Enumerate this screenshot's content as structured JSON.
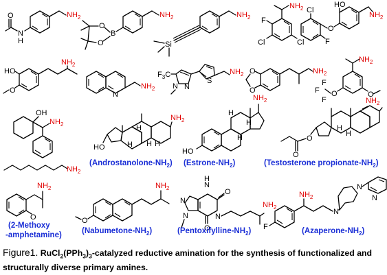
{
  "atoms": {
    "nh2": "NH",
    "nh2_sub": "2",
    "oh": "OH",
    "ho": "HO",
    "o": "O",
    "n": "N",
    "h": "H",
    "b": "B",
    "si": "Si",
    "f": "F",
    "cl": "Cl",
    "f3c": "F",
    "f3c_sub": "3",
    "f3c_c": "C"
  },
  "labels": {
    "androstanolone": "(Androstanolone-NH",
    "estrone": "(Estrone-NH",
    "testosterone": "(Testosterone propionate-NH",
    "methoxy_line1": "(2-Methoxy",
    "methoxy_line2": "-amphetamine)",
    "nabumetone": "(Nabumetone-NH",
    "pentoxifylline": "(Pentoxifylline-NH",
    "azaperone": "(Azaperone-NH",
    "sub2": "2",
    "close": ")"
  },
  "caption": {
    "figure_label": "Figure1.",
    "text_before": "RuCl",
    "sub_a": "2",
    "text_mid1": "(PPh",
    "sub_b": "3",
    "text_mid2": ")",
    "sub_c": "3",
    "text_after": "-catalyzed reductive amination for the synthesis of functionalized and structurally diverse primary amines."
  }
}
